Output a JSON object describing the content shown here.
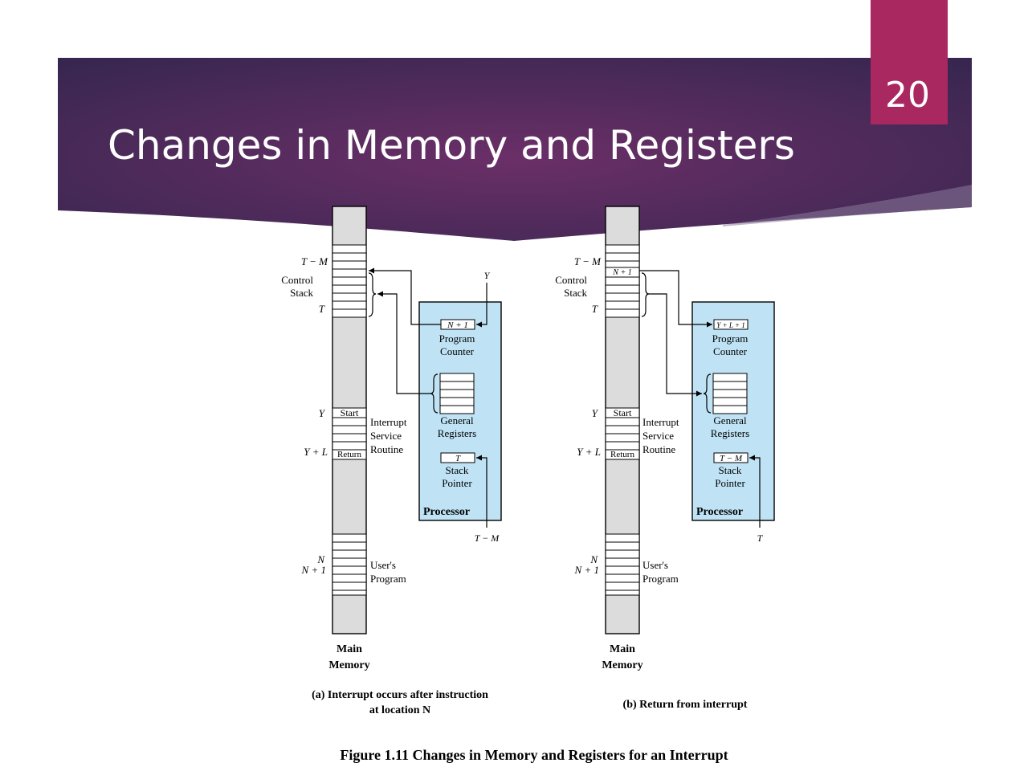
{
  "slide": {
    "title": "Changes in Memory and Registers",
    "page_number": "20",
    "colors": {
      "banner_dark": "#3a2552",
      "banner_mid": "#5b2d63",
      "page_tab": "#a8285f",
      "processor_fill": "#bfe3f5",
      "memory_fill": "#dcdcdc"
    }
  },
  "figure": {
    "caption": "Figure 1.11  Changes in Memory and Registers for an Interrupt",
    "panel_a": {
      "caption_line1": "(a)  Interrupt occurs after instruction",
      "caption_line2": "at location N",
      "mem_labels": {
        "tm": "T − M",
        "control": "Control",
        "stack": "Stack",
        "t": "T",
        "y": "Y",
        "yl": "Y + L",
        "n": "N",
        "n1": "N + 1"
      },
      "mem_cells": {
        "start": "Start",
        "return": "Return"
      },
      "side_labels": {
        "isr1": "Interrupt",
        "isr2": "Service",
        "isr3": "Routine",
        "user1": "User's",
        "user2": "Program"
      },
      "memory_title1": "Main",
      "memory_title2": "Memory",
      "processor": {
        "title": "Processor",
        "pc_value": "N + 1",
        "pc_label1": "Program",
        "pc_label2": "Counter",
        "gr_label1": "General",
        "gr_label2": "Registers",
        "sp_value": "T",
        "sp_label1": "Stack",
        "sp_label2": "Pointer"
      },
      "ext_labels": {
        "top": "Y",
        "bottom": "T − M"
      }
    },
    "panel_b": {
      "caption": "(b)  Return from interrupt",
      "mem_labels": {
        "tm": "T − M",
        "control": "Control",
        "stack": "Stack",
        "t": "T",
        "y": "Y",
        "yl": "Y + L",
        "n": "N",
        "n1": "N + 1"
      },
      "mem_cells": {
        "start": "Start",
        "return": "Return",
        "stack_top": "N + 1"
      },
      "side_labels": {
        "isr1": "Interrupt",
        "isr2": "Service",
        "isr3": "Routine",
        "user1": "User's",
        "user2": "Program"
      },
      "memory_title1": "Main",
      "memory_title2": "Memory",
      "processor": {
        "title": "Processor",
        "pc_value": "Y + L + 1",
        "pc_label1": "Program",
        "pc_label2": "Counter",
        "gr_label1": "General",
        "gr_label2": "Registers",
        "sp_value": "T − M",
        "sp_label1": "Stack",
        "sp_label2": "Pointer"
      },
      "ext_labels": {
        "bottom": "T"
      }
    }
  }
}
